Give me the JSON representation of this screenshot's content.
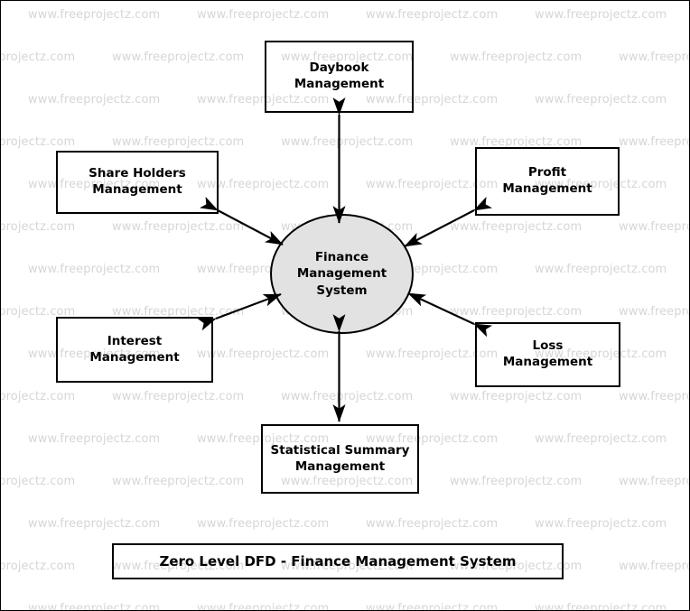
{
  "diagram": {
    "kind": "data-flow-diagram",
    "title": "Zero Level DFD - Finance Management System",
    "process": {
      "name": "Finance Management System",
      "label": "Finance\nManagement\nSystem",
      "fill_color": "#e2e2e2",
      "stroke_color": "#000000"
    },
    "entities": [
      {
        "id": "daybook",
        "label": "Daybook\nManagement",
        "name": "Daybook Management",
        "position": "top"
      },
      {
        "id": "profit",
        "label": "Profit\nManagement",
        "name": "Profit Management",
        "position": "top-right"
      },
      {
        "id": "loss",
        "label": "Loss\nManagement",
        "name": "Loss Management",
        "position": "bottom-right"
      },
      {
        "id": "statistical",
        "label": "Statistical Summary\nManagement",
        "name": "Statistical Summary Management",
        "position": "bottom"
      },
      {
        "id": "interest",
        "label": "Interest\nManagement",
        "name": "Interest Management",
        "position": "bottom-left"
      },
      {
        "id": "shareholders",
        "label": "Share Holders\nManagement",
        "name": "Share Holders Management",
        "position": "top-left"
      }
    ],
    "flows": [
      {
        "from": "daybook",
        "to": "process",
        "direction": "bidirectional"
      },
      {
        "from": "profit",
        "to": "process",
        "direction": "bidirectional"
      },
      {
        "from": "loss",
        "to": "process",
        "direction": "bidirectional"
      },
      {
        "from": "statistical",
        "to": "process",
        "direction": "bidirectional"
      },
      {
        "from": "interest",
        "to": "process",
        "direction": "bidirectional"
      },
      {
        "from": "shareholders",
        "to": "process",
        "direction": "bidirectional"
      }
    ]
  },
  "watermark": {
    "text": "www.freeprojectz.com",
    "color": "#d6d6d6"
  }
}
